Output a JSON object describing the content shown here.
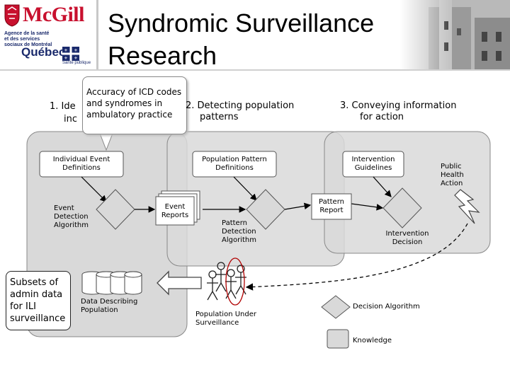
{
  "header": {
    "logo_name": "McGill",
    "agency_text": "Agence de la santé et des services sociaux de Montréal",
    "quebec_text": "Québec",
    "sante_text": "Santé publique",
    "title": "Syndromic Surveillance Research"
  },
  "callout": {
    "text": "Accuracy of ICD codes and syndromes in ambulatory practice"
  },
  "columns": {
    "col1_heading": "1. Ide… inc…",
    "col2_heading_line1": "2. Detecting population",
    "col2_heading_line2": "patterns",
    "col3_heading_line1": "3. Conveying information",
    "col3_heading_line2": "for action"
  },
  "labels": {
    "individual_event_definitions": "Individual Event Definitions",
    "population_pattern_definitions": "Population Pattern Definitions",
    "intervention_guidelines": "Intervention Guidelines",
    "public_health_action": "Public Health Action",
    "event_detection_algorithm": "Event Detection Algorithm",
    "event_reports": "Event Reports",
    "pattern_report": "Pattern Report",
    "pattern_detection_algorithm": "Pattern Detection Algorithm",
    "intervention_decision": "Intervention Decision",
    "data_describing_population": "Data Describing Population",
    "population_under_surveillance": "Population Under Surveillance",
    "subsets_text": "Subsets of admin data for ILI surveillance"
  },
  "legend": {
    "decision_algorithm": "Decision Algorithm",
    "knowledge": "Knowledge"
  }
}
